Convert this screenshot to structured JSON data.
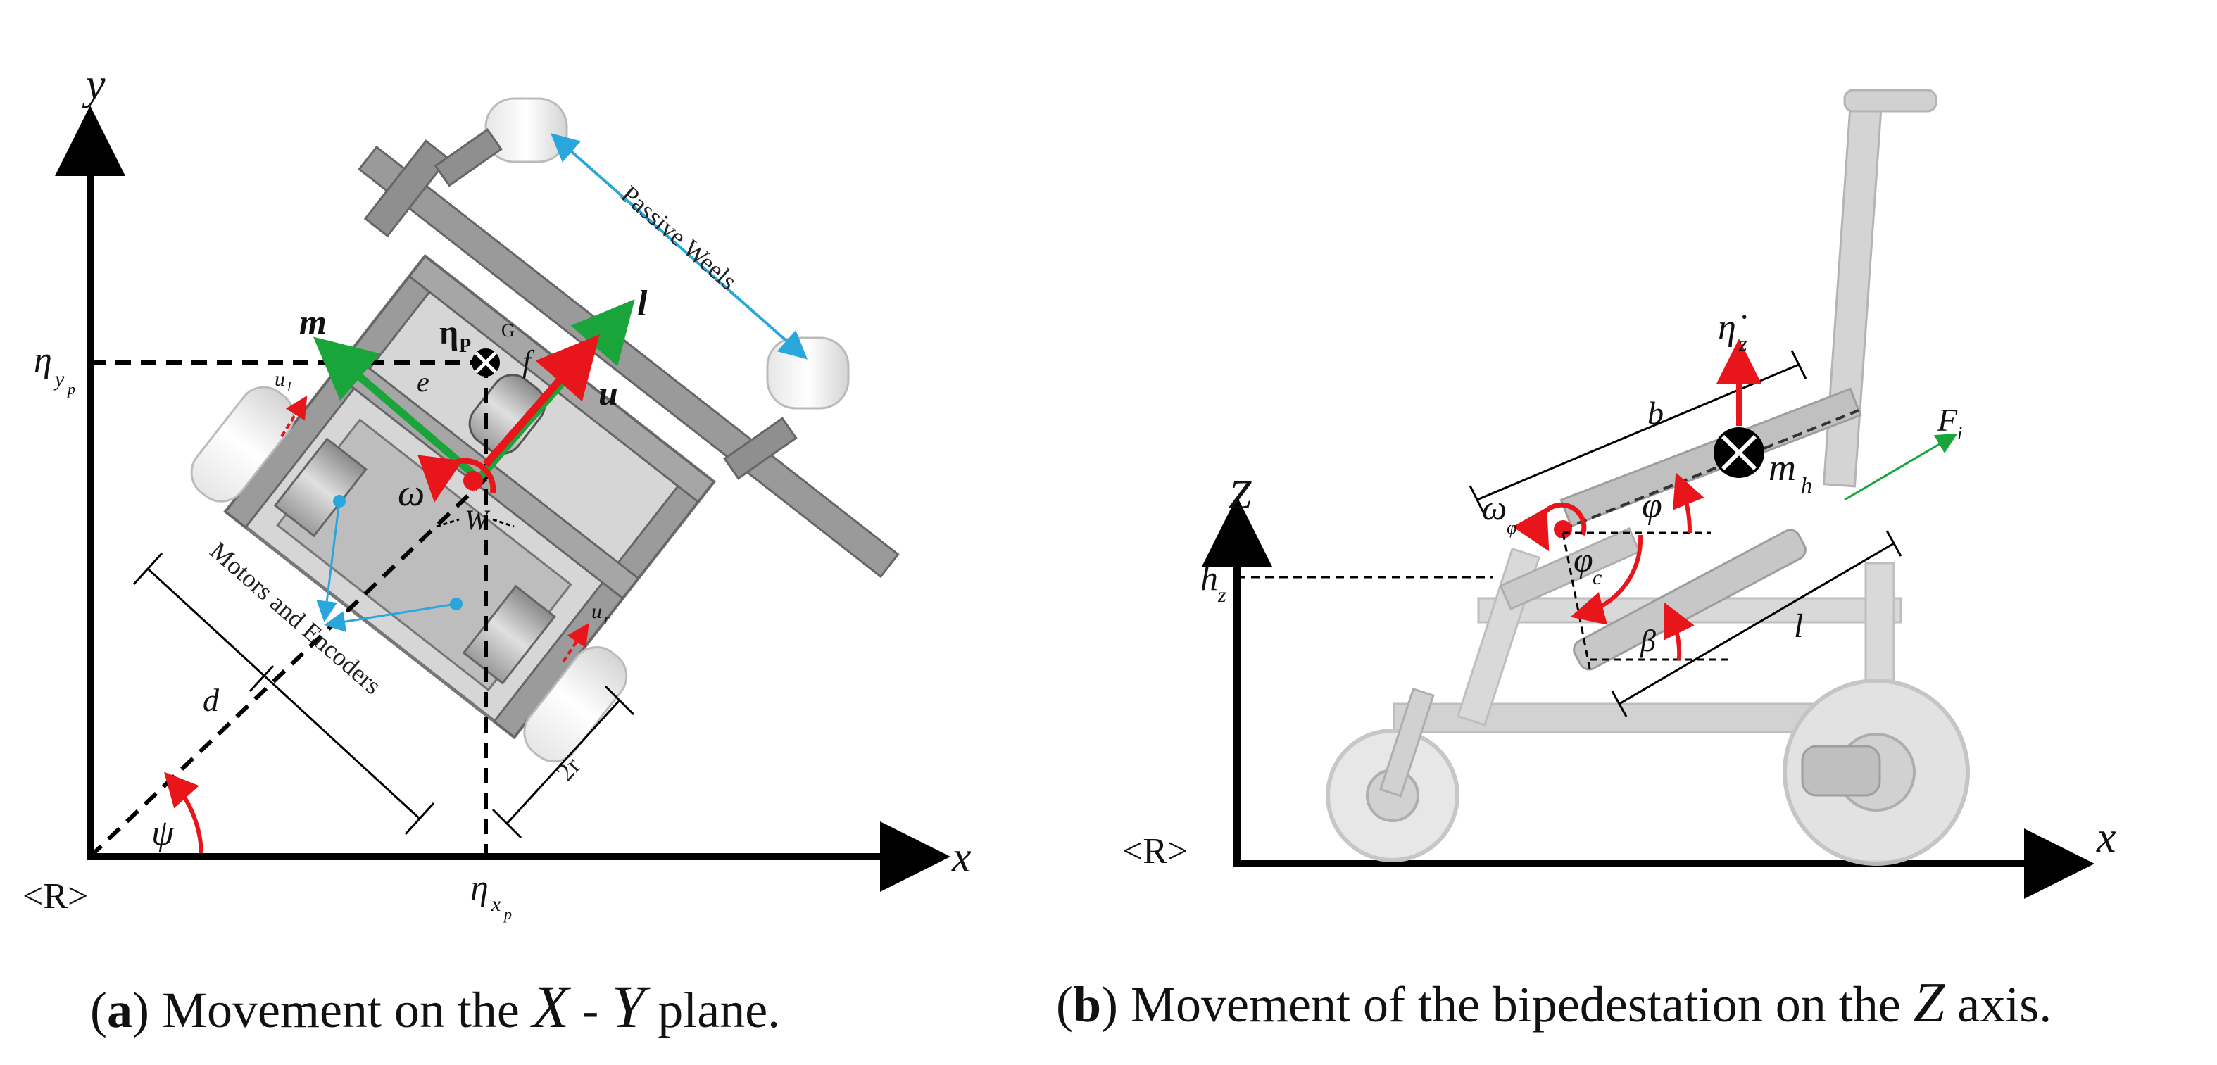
{
  "panel_a": {
    "axis_y": "y",
    "axis_x": "x",
    "origin": "<R>",
    "eta_y": "η",
    "eta_y_sub": "y",
    "eta_y_sub2": "p",
    "eta_x": "η",
    "eta_x_sub": "x",
    "eta_x_sub2": "p",
    "eta_p": "η",
    "eta_p_sub": "P",
    "g": "G",
    "m": "m",
    "l": "l",
    "u": "u",
    "e": "e",
    "f": "f",
    "omega": "ω",
    "w": "W",
    "ul": "u",
    "ul_sub": "l",
    "ur": "u",
    "ur_sub": "r",
    "d": "d",
    "two_r": "2r",
    "psi": "ψ",
    "passive_wheels": "Passive Weels",
    "motors_encoders": "Motors and Encoders"
  },
  "panel_b": {
    "axis_z": "Z",
    "axis_x": "x",
    "origin": "<R>",
    "h": "h",
    "h_sub": "z",
    "eta_dot": "η̇",
    "eta_dot_sub": "z",
    "b": "b",
    "m": "m",
    "m_sub": "h",
    "f": "F",
    "f_sub": "i",
    "omega": "ω",
    "omega_sub": "φ",
    "phi": "φ",
    "phi_c": "φ",
    "phi_c_sub": "c",
    "beta": "β",
    "l": "l"
  },
  "captions": {
    "a_letter": "a",
    "a_text": " Movement on the ",
    "a_sym1": "X",
    "a_dash": " - ",
    "a_sym2": "Y",
    "a_end": "  plane.",
    "b_letter": "b",
    "b_text": " Movement of the bipedestation on the ",
    "b_sym": "Z",
    "b_end": " axis."
  },
  "colors": {
    "red": "#e8151b",
    "green": "#1aa53a",
    "blue": "#29a6dc",
    "frame": "#c9c9c9"
  }
}
